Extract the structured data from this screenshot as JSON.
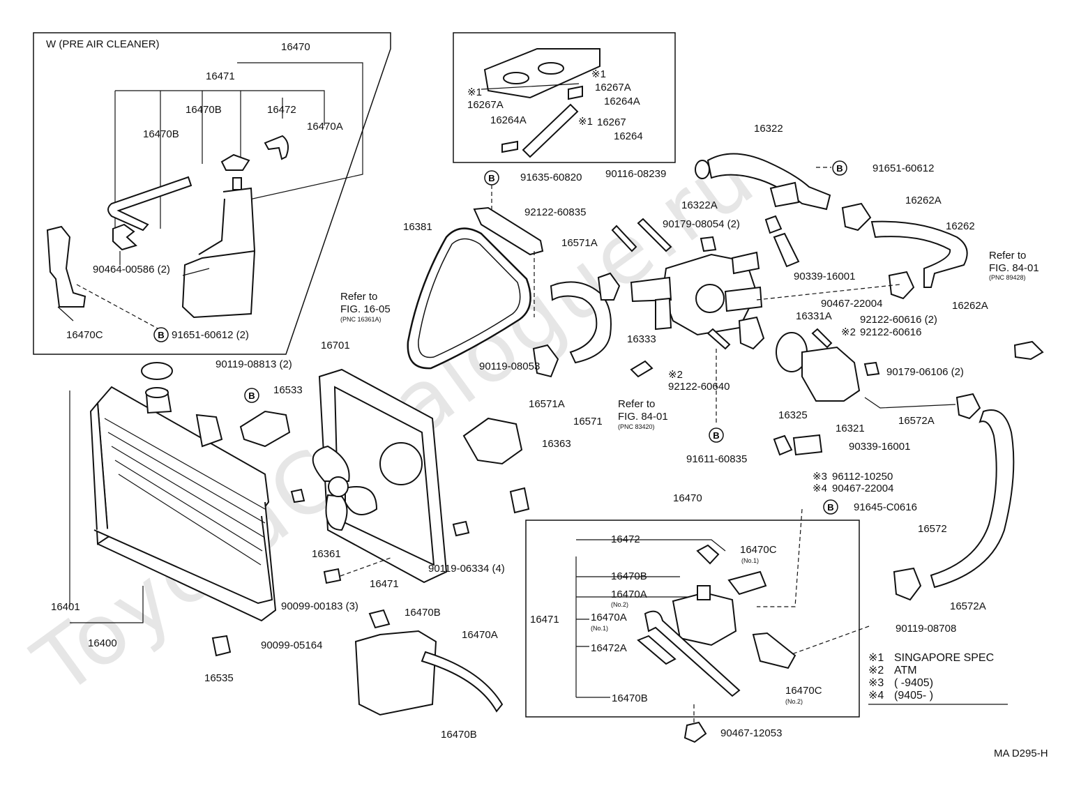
{
  "watermark": "ToyotaCatalogue.ru",
  "figure_code": "MA D295-H",
  "inset_box_title": "W (PRE AIR CLEANER)",
  "legend": {
    "items": [
      {
        "mark": "※1",
        "text": "SINGAPORE SPEC"
      },
      {
        "mark": "※2",
        "text": "ATM"
      },
      {
        "mark": "※3",
        "text": "(        -9405)"
      },
      {
        "mark": "※4",
        "text": "(9405-          )"
      }
    ]
  },
  "circle_marker": "B",
  "labels": {
    "p16470_top": "16470",
    "p16471_top": "16471",
    "p16470B_a": "16470B",
    "p16470B_b": "16470B",
    "p16472_top": "16472",
    "p16470A_top": "16470A",
    "p90464": "90464-00586 (2)",
    "p16470C_top": "16470C",
    "p91651_a": "91651-60612 (2)",
    "s1a": "※1",
    "p16267A_a": "16267A",
    "s1b": "※1",
    "p16267A_b": "16267A",
    "p16264A_a": "16264A",
    "p16264A_b": "16264A",
    "s1c": "※1",
    "p16267": "16267",
    "p16264": "16264",
    "p91635": "91635-60820",
    "p16381": "16381",
    "p90116": "90116-08239",
    "p92122_a": "92122-60835",
    "p16322": "16322",
    "p91651_b": "91651-60612",
    "p16322A": "16322A",
    "p16262A_a": "16262A",
    "p90179_a": "90179-08054 (2)",
    "p16262": "16262",
    "p16571A_a": "16571A",
    "refer_a1": "Refer to",
    "refer_a2": "FIG. 84-01",
    "refer_a3": "(PNC 89428)",
    "p90339_a": "90339-16001",
    "refer_b1": "Refer to",
    "refer_b2": "FIG. 16-05",
    "refer_b3": "(PNC 16361A)",
    "p90467_a": "90467-22004",
    "p16262A_b": "16262A",
    "p16331A": "16331A",
    "p92122_b": "92122-60616 (2)",
    "s2a": "※2",
    "p92122_c": "92122-60616",
    "p16333": "16333",
    "p16701": "16701",
    "p90119_a": "90119-08053",
    "p90179_b": "90179-06106 (2)",
    "p90119_b": "90119-08813 (2)",
    "p16533": "16533",
    "p16571A_b": "16571A",
    "refer_c1": "Refer to",
    "refer_c2": "FIG. 84-01",
    "refer_c3": "(PNC 83420)",
    "s2b": "※2",
    "p92122_d": "92122-60640",
    "p16571": "16571",
    "p16325": "16325",
    "p16321": "16321",
    "p16572A_a": "16572A",
    "p16363": "16363",
    "p91611": "91611-60835",
    "p90339_b": "90339-16001",
    "s3": "※3",
    "p96112": "96112-10250",
    "s4": "※4",
    "p90467_b": "90467-22004",
    "p16470_mid": "16470",
    "p91645": "91645-C0616",
    "p16572": "16572",
    "p16472_mid": "16472",
    "p16470C_mid": "16470C",
    "no1_a": "(No.1)",
    "p16361": "16361",
    "p90119_c": "90119-06334 (4)",
    "p16470B_mid": "16470B",
    "p16470A_mid": "16470A",
    "no2_a": "(No.2)",
    "p16401": "16401",
    "p90099_a": "90099-00183 (3)",
    "p16471_bot": "16471",
    "p16471_mid": "16471",
    "p16470A_mid2": "16470A",
    "no1_b": "(No.1)",
    "p16572A_b": "16572A",
    "p16470B_bot": "16470B",
    "p90119_d": "90119-08708",
    "p16400": "16400",
    "p90099_b": "90099-05164",
    "p16470A_bot": "16470A",
    "p16472A": "16472A",
    "p16535": "16535",
    "p16470C_bot": "16470C",
    "no2_b": "(No.2)",
    "p16470B_bot2": "16470B",
    "p16470B_bot3": "16470B",
    "p90467_c": "90467-12053"
  }
}
